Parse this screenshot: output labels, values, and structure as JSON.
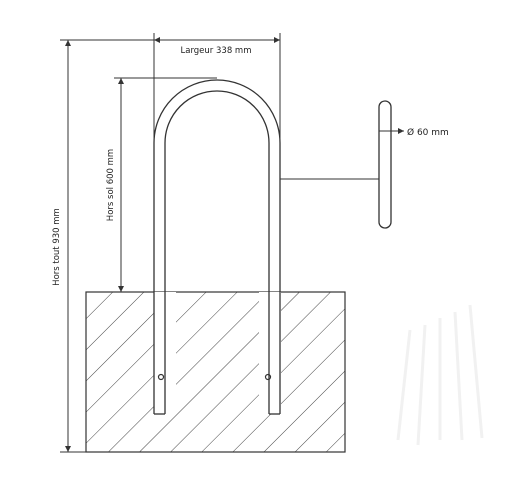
{
  "dimensions": {
    "width_label": "Largeur 338 mm",
    "height_above_ground_label": "Hors sol 600 mm",
    "total_height_label": "Hors tout 930 mm",
    "diameter_label": "Ø 60 mm"
  },
  "colors": {
    "line": "#333333",
    "hatch": "#444444",
    "background": "#ffffff"
  }
}
